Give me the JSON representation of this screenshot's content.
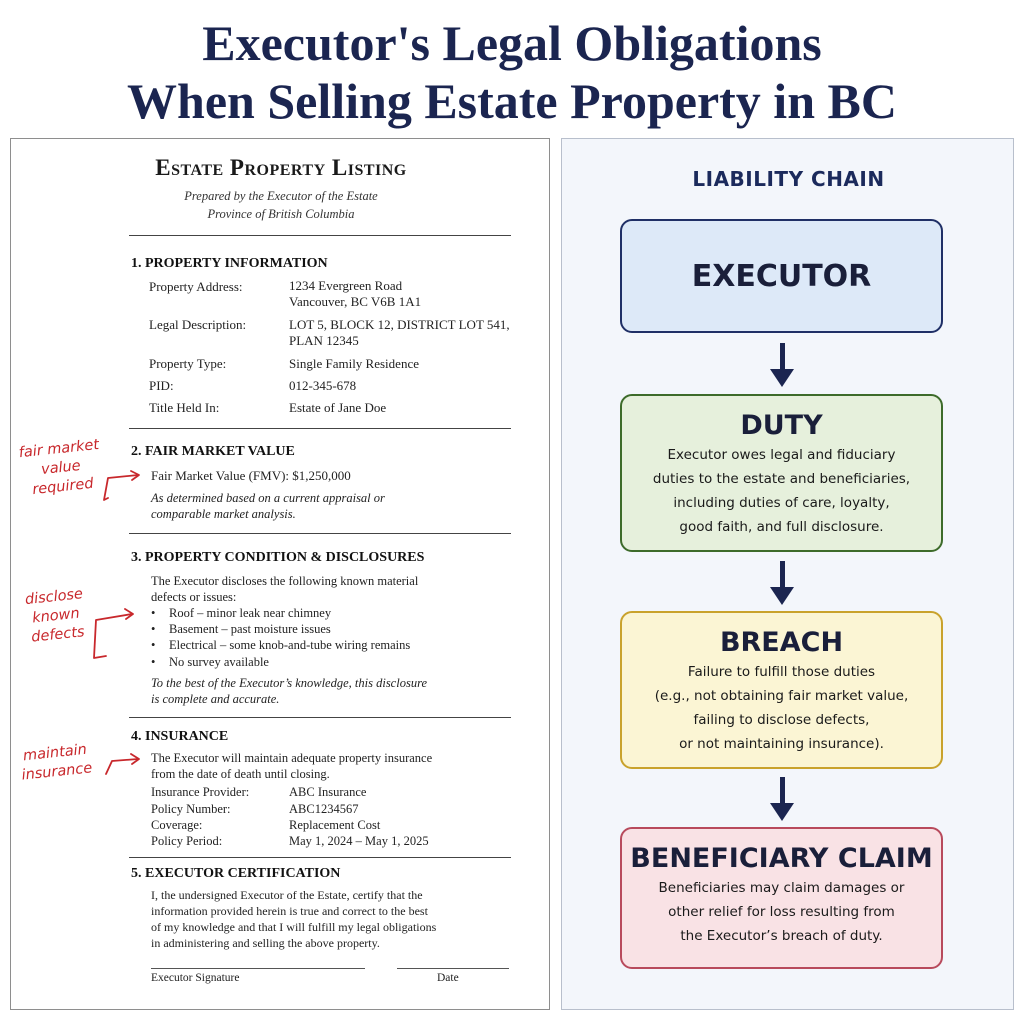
{
  "title": {
    "line1": "Executor's Legal Obligations",
    "line2": "When Selling Estate Property in BC"
  },
  "document": {
    "title": "Estate Property Listing",
    "subtitle_1": "Prepared by the Executor of the Estate",
    "subtitle_2": "Province of British Columbia",
    "section1": {
      "heading": "1.  PROPERTY INFORMATION",
      "address_label": "Property Address:",
      "address_line1": "1234 Evergreen Road",
      "address_line2": "Vancouver, BC  V6B 1A1",
      "legal_label": "Legal Description:",
      "legal_line1": "LOT 5, BLOCK 12, DISTRICT LOT 541,",
      "legal_line2": "PLAN 12345",
      "type_label": "Property Type:",
      "type_value": "Single Family Residence",
      "pid_label": "PID:",
      "pid_value": "012-345-678",
      "title_label": "Title Held In:",
      "title_value": "Estate of Jane Doe"
    },
    "section2": {
      "heading": "2.  FAIR MARKET VALUE",
      "fmv_text": "Fair Market Value (FMV):  $1,250,000",
      "note_line1": "As determined based on a current appraisal or",
      "note_line2": "comparable market analysis."
    },
    "section3": {
      "heading": "3.  PROPERTY CONDITION & DISCLOSURES",
      "intro_line1": "The Executor discloses the following known material",
      "intro_line2": "defects or issues:",
      "bullets": [
        "Roof – minor leak near chimney",
        "Basement – past moisture issues",
        "Electrical – some knob-and-tube wiring remains",
        "No survey available"
      ],
      "closing_line1": "To the best of the Executor’s knowledge, this disclosure",
      "closing_line2": "is complete and accurate."
    },
    "section4": {
      "heading": "4.  INSURANCE",
      "intro_line1": "The Executor will maintain adequate property insurance",
      "intro_line2": "from the date of death until closing.",
      "provider_label": "Insurance Provider:",
      "provider_value": "ABC Insurance",
      "policy_label": "Policy Number:",
      "policy_value": "ABC1234567",
      "coverage_label": "Coverage:",
      "coverage_value": "Replacement Cost",
      "period_label": "Policy Period:",
      "period_value": "May 1, 2024 – May 1, 2025"
    },
    "section5": {
      "heading": "5.  EXECUTOR CERTIFICATION",
      "line1": "I, the undersigned Executor of the Estate, certify that the",
      "line2": "information provided herein is true and correct to the best",
      "line3": "of my knowledge and that I will fulfill my legal obligations",
      "line4": "in administering and selling the above property.",
      "signature_label": "Executor Signature",
      "date_label": "Date"
    }
  },
  "annotations": {
    "fmv": [
      "fair market",
      "value",
      "required"
    ],
    "defects": [
      "disclose",
      "known",
      "defects"
    ],
    "insurance": [
      "maintain",
      "insurance"
    ],
    "color": "#c8282c"
  },
  "diagram": {
    "title": "LIABILITY CHAIN",
    "executor": {
      "heading": "EXECUTOR"
    },
    "duty": {
      "heading": "DUTY",
      "lines": [
        "Executor owes legal and fiduciary",
        "duties to the estate and beneficiaries,",
        "including duties of care, loyalty,",
        "good faith, and full disclosure."
      ]
    },
    "breach": {
      "heading": "BREACH",
      "lines": [
        "Failure to fulfill those duties",
        "(e.g., not obtaining fair market value,",
        "failing to disclose defects,",
        "or not maintaining insurance)."
      ]
    },
    "claim": {
      "heading": "BENEFICIARY CLAIM",
      "lines": [
        "Beneficiaries may claim damages or",
        "other relief for loss resulting from",
        "the Executor’s breach of duty."
      ]
    },
    "colors": {
      "executor_fill": "#dde9f8",
      "executor_border": "#1f2f66",
      "duty_fill": "#e6f0dc",
      "duty_border": "#3d6b2a",
      "breach_fill": "#fbf5d4",
      "breach_border": "#c9a22c",
      "claim_fill": "#f9e2e5",
      "claim_border": "#b84a5c",
      "arrow": "#1b2550"
    }
  }
}
